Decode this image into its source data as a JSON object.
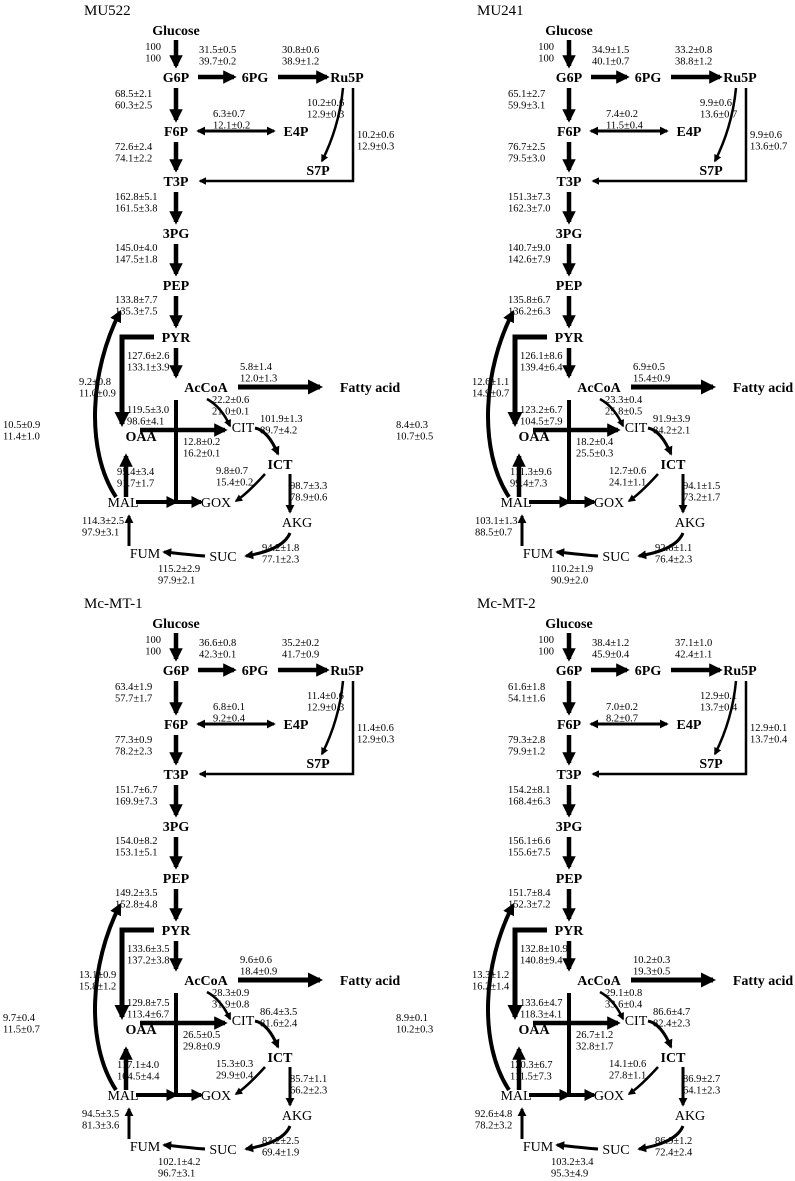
{
  "colors": {
    "ink": "#000000",
    "background": "#ffffff"
  },
  "panels": [
    {
      "title": "MU522",
      "labels": {
        "glc_g6p": [
          "100",
          "100"
        ],
        "g6p_6pg": [
          "31.5±0.5",
          "39.7±0.2"
        ],
        "pg_ru5p": [
          "30.8±0.6",
          "38.9±1.2"
        ],
        "g6p_f6p": [
          "68.5±2.1",
          "60.3±2.5"
        ],
        "f6p_e4p": [
          "6.3±0.7",
          "12.1±0.2"
        ],
        "ru5p_s7p": [
          "10.2±0.6",
          "12.9±0.3"
        ],
        "ru5p_t3p": [
          "10.2±0.6",
          "12.9±0.3"
        ],
        "f6p_t3p": [
          "72.6±2.4",
          "74.1±2.2"
        ],
        "t3p_3pg": [
          "162.8±5.1",
          "161.5±3.8"
        ],
        "pg3_pep": [
          "145.0±4.0",
          "147.5±1.8"
        ],
        "pep_pyr": [
          "133.8±7.7",
          "135.3±7.5"
        ],
        "pyr_accoa": [
          "127.6±2.6",
          "133.1±3.9"
        ],
        "accoa_fa": [
          "5.8±1.4",
          "12.0±1.3"
        ],
        "pyr_oaa": [
          "9.2±0.8",
          "11.0±0.9"
        ],
        "mal_pyr": [
          "10.5±0.9",
          "11.4±1.0"
        ],
        "accoa_cit": [
          "22.2±0.6",
          "21.0±0.1"
        ],
        "oaa_cit": [
          "119.5±3.0",
          "98.6±4.1"
        ],
        "cit_ict": [
          "101.9±1.3",
          "89.7±4.2"
        ],
        "ict_gox": [
          "9.8±0.7",
          "15.4±0.2"
        ],
        "ict_akg": [
          "98.7±3.3",
          "78.9±0.6"
        ],
        "gox_mal": [
          "12.8±0.2",
          "16.2±0.1"
        ],
        "mal_oaa": [
          "95.4±3.4",
          "91.7±1.7"
        ],
        "akg_suc": [
          "94.2±1.8",
          "77.1±2.3"
        ],
        "suc_fum": [
          "115.2±2.9",
          "97.9±2.1"
        ],
        "fum_mal": [
          "114.3±2.5",
          "97.9±3.1"
        ]
      }
    },
    {
      "title": "MU241",
      "labels": {
        "glc_g6p": [
          "100",
          "100"
        ],
        "g6p_6pg": [
          "34.9±1.5",
          "40.1±0.7"
        ],
        "pg_ru5p": [
          "33.2±0.8",
          "38.8±1.2"
        ],
        "g6p_f6p": [
          "65.1±2.7",
          "59.9±3.1"
        ],
        "f6p_e4p": [
          "7.4±0.2",
          "11.5±0.4"
        ],
        "ru5p_s7p": [
          "9.9±0.6",
          "13.6±0.7"
        ],
        "ru5p_t3p": [
          "9.9±0.6",
          "13.6±0.7"
        ],
        "f6p_t3p": [
          "76.7±2.5",
          "79.5±3.0"
        ],
        "t3p_3pg": [
          "151.3±7.3",
          "162.3±7.0"
        ],
        "pg3_pep": [
          "140.7±9.0",
          "142.6±7.9"
        ],
        "pep_pyr": [
          "135.8±6.7",
          "136.2±6.3"
        ],
        "pyr_accoa": [
          "126.1±8.6",
          "139.4±6.4"
        ],
        "accoa_fa": [
          "6.9±0.5",
          "15.4±0.9"
        ],
        "pyr_oaa": [
          "12.6±1.1",
          "14.9±0.7"
        ],
        "mal_pyr": [
          "8.4±0.3",
          "10.7±0.5"
        ],
        "accoa_cit": [
          "23.3±0.4",
          "25.8±0.5"
        ],
        "oaa_cit": [
          "123.2±6.7",
          "104.5±7.9"
        ],
        "cit_ict": [
          "91.9±3.9",
          "84.2±2.1"
        ],
        "ict_gox": [
          "12.7±0.6",
          "24.1±1.1"
        ],
        "ict_akg": [
          "94.1±1.5",
          "73.2±1.7"
        ],
        "gox_mal": [
          "18.2±0.4",
          "25.5±0.3"
        ],
        "mal_oaa": [
          "111.3±9.6",
          "99.4±7.3"
        ],
        "akg_suc": [
          "92.6±1.1",
          "76.4±2.3"
        ],
        "suc_fum": [
          "110.2±1.9",
          "90.9±2.0"
        ],
        "fum_mal": [
          "103.1±1.3",
          "88.5±0.7"
        ]
      }
    },
    {
      "title": "Mc-MT-1",
      "labels": {
        "glc_g6p": [
          "100",
          "100"
        ],
        "g6p_6pg": [
          "36.6±0.8",
          "42.3±0.1"
        ],
        "pg_ru5p": [
          "35.2±0.2",
          "41.7±0.9"
        ],
        "g6p_f6p": [
          "63.4±1.9",
          "57.7±1.7"
        ],
        "f6p_e4p": [
          "6.8±0.1",
          "9.2±0.4"
        ],
        "ru5p_s7p": [
          "11.4±0.6",
          "12.9±0.3"
        ],
        "ru5p_t3p": [
          "11.4±0.6",
          "12.9±0.3"
        ],
        "f6p_t3p": [
          "77.3±0.9",
          "78.2±2.3"
        ],
        "t3p_3pg": [
          "151.7±6.7",
          "169.9±7.3"
        ],
        "pg3_pep": [
          "154.0±8.2",
          "153.1±5.1"
        ],
        "pep_pyr": [
          "149.2±3.5",
          "152.8±4.8"
        ],
        "pyr_accoa": [
          "133.6±3.5",
          "137.2±3.8"
        ],
        "accoa_fa": [
          "9.6±0.6",
          "18.4±0.9"
        ],
        "pyr_oaa": [
          "13.1±0.9",
          "15.8±1.2"
        ],
        "mal_pyr": [
          "9.7±0.4",
          "11.5±0.7"
        ],
        "accoa_cit": [
          "28.3±0.9",
          "31.9±0.8"
        ],
        "oaa_cit": [
          "129.8±7.5",
          "113.4±6.7"
        ],
        "cit_ict": [
          "86.4±3.5",
          "81.6±2.4"
        ],
        "ict_gox": [
          "15.3±0.3",
          "29.9±0.4"
        ],
        "ict_akg": [
          "85.7±1.1",
          "66.2±2.3"
        ],
        "gox_mal": [
          "26.5±0.5",
          "29.8±0.9"
        ],
        "mal_oaa": [
          "117.1±4.0",
          "104.5±4.4"
        ],
        "akg_suc": [
          "83.2±2.5",
          "69.4±1.9"
        ],
        "suc_fum": [
          "102.1±4.2",
          "96.7±3.1"
        ],
        "fum_mal": [
          "94.5±3.5",
          "81.3±3.6"
        ]
      }
    },
    {
      "title": "Mc-MT-2",
      "labels": {
        "glc_g6p": [
          "100",
          "100"
        ],
        "g6p_6pg": [
          "38.4±1.2",
          "45.9±0.4"
        ],
        "pg_ru5p": [
          "37.1±1.0",
          "42.4±1.1"
        ],
        "g6p_f6p": [
          "61.6±1.8",
          "54.1±1.6"
        ],
        "f6p_e4p": [
          "7.0±0.2",
          "8.2±0.7"
        ],
        "ru5p_s7p": [
          "12.9±0.1",
          "13.7±0.4"
        ],
        "ru5p_t3p": [
          "12.9±0.1",
          "13.7±0.4"
        ],
        "f6p_t3p": [
          "79.3±2.8",
          "79.9±1.2"
        ],
        "t3p_3pg": [
          "154.2±8.1",
          "168.4±6.3"
        ],
        "pg3_pep": [
          "156.1±6.6",
          "155.6±7.5"
        ],
        "pep_pyr": [
          "151.7±8.4",
          "152.3±7.2"
        ],
        "pyr_accoa": [
          "132.8±10.9",
          "140.8±9.4"
        ],
        "accoa_fa": [
          "10.2±0.3",
          "19.3±0.5"
        ],
        "pyr_oaa": [
          "13.3±1.2",
          "16.2±1.4"
        ],
        "mal_pyr": [
          "8.9±0.1",
          "10.2±0.3"
        ],
        "accoa_cit": [
          "29.1±0.8",
          "33.6±0.4"
        ],
        "oaa_cit": [
          "133.6±4.7",
          "118.3±4.1"
        ],
        "cit_ict": [
          "86.6±4.7",
          "82.4±2.3"
        ],
        "ict_gox": [
          "14.1±0.6",
          "27.8±1.1"
        ],
        "ict_akg": [
          "86.9±2.7",
          "64.1±2.3"
        ],
        "gox_mal": [
          "26.7±1.2",
          "32.8±1.7"
        ],
        "mal_oaa": [
          "120.3±6.7",
          "111.5±7.3"
        ],
        "akg_suc": [
          "86.9±1.2",
          "72.4±2.4"
        ],
        "suc_fum": [
          "103.2±3.4",
          "95.3±4.9"
        ],
        "fum_mal": [
          "92.6±4.8",
          "78.2±3.2"
        ]
      }
    }
  ],
  "metabolites": {
    "glucose": "Glucose",
    "g6p": "G6P",
    "pg6": "6PG",
    "ru5p": "Ru5P",
    "f6p": "F6P",
    "e4p": "E4P",
    "s7p": "S7P",
    "t3p": "T3P",
    "pg3": "3PG",
    "pep": "PEP",
    "pyr": "PYR",
    "accoa": "AcCoA",
    "fatty": "Fatty acid",
    "oaa": "OAA",
    "cit": "CIT",
    "ict": "ICT",
    "mal": "MAL",
    "gox": "GOX",
    "akg": "AKG",
    "suc": "SUC",
    "fum": "FUM"
  }
}
